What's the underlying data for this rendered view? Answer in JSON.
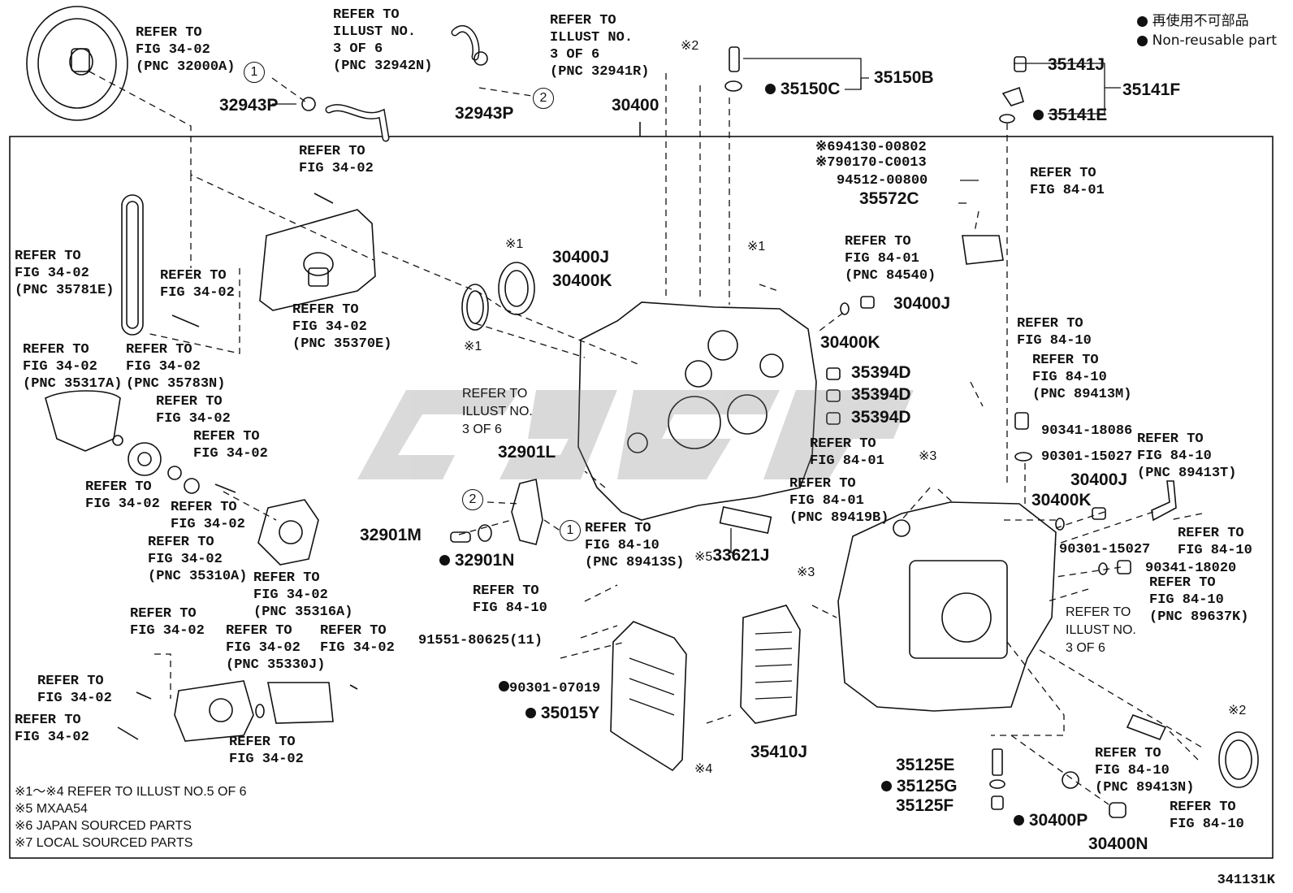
{
  "legend": {
    "japanese": "再使用不可部品",
    "english": "Non-reusable part"
  },
  "figure_number": "341131K",
  "notes": [
    "※1～※4 REFER TO ILLUST NO.5 OF 6",
    "※5 MXAA54",
    "※6 JAPAN SOURCED PARTS",
    "※7 LOCAL SOURCED PARTS"
  ],
  "circled_markers": [
    "1",
    "2"
  ],
  "references": {
    "r32000a": "REFER TO\nFIG 34-02\n(PNC 32000A)",
    "r32942n": "REFER TO\nILLUST NO.\n3 OF 6\n(PNC 32942N)",
    "r32941r": "REFER TO\nILLUST NO.\n3 OF 6\n(PNC 32941R)",
    "r34_02_top": "REFER TO\nFIG 34-02",
    "r35781e": "REFER TO\nFIG 34-02\n(PNC 35781E)",
    "r34_02_mid": "REFER TO\nFIG 34-02",
    "r35370e": "REFER TO\nFIG 34-02\n(PNC 35370E)",
    "r35317a": "REFER TO\nFIG 34-02\n(PNC 35317A)",
    "r35783n": "REFER TO\nFIG 34-02\n(PNC 35783N)",
    "r34_02_a": "REFER TO\nFIG 34-02",
    "r34_02_b": "REFER TO\nFIG 34-02",
    "r34_02_c": "REFER TO\nFIG 34-02",
    "r34_02_d": "REFER TO\nFIG 34-02",
    "r35310a": "REFER TO\nFIG 34-02\n(PNC 35310A)",
    "r35316a": "REFER TO\nFIG 34-02\n(PNC 35316A)",
    "r34_02_e": "REFER TO\nFIG 34-02",
    "r35330j": "REFER TO\nFIG 34-02\n(PNC 35330J)",
    "r34_02_f": "REFER TO\nFIG 34-02",
    "r34_02_g": "REFER TO\nFIG 34-02",
    "r34_02_h": "REFER TO\nFIG 34-02",
    "r34_02_i": "REFER TO\nFIG 34-02",
    "r_illust3": "REFER TO\nILLUST NO.\n3 OF 6",
    "r89413s": "REFER TO\nFIG 84-10\n(PNC 89413S)",
    "r84_10_a": "REFER TO\nFIG 84-10",
    "r84_01_top": "REFER TO\nFIG 84-01",
    "r84540": "REFER TO\nFIG 84-01\n(PNC 84540)",
    "r84_10_b": "REFER TO\nFIG 84-10",
    "r89413m": "REFER TO\nFIG 84-10\n(PNC 89413M)",
    "r84_01_mid": "REFER TO\nFIG 84-01",
    "r89419b": "REFER TO\nFIG 84-01\n(PNC 89419B)",
    "r89413t": "REFER TO\nFIG 84-10\n(PNC 89413T)",
    "r84_10_c": "REFER TO\nFIG 84-10",
    "r89637k": "REFER TO\nFIG 84-10\n(PNC 89637K)",
    "r_illust3_b": "REFER TO\nILLUST NO.\n3 OF 6",
    "r89413n": "REFER TO\nFIG 84-10\n(PNC 89413N)",
    "r84_10_d": "REFER TO\nFIG 84-10"
  },
  "parts": {
    "p32943p_a": "32943P",
    "p32943p_b": "32943P",
    "p30400": "30400",
    "p35150b": "35150B",
    "p35150c": "35150C",
    "p35141j": "35141J",
    "p35141f": "35141F",
    "p35141e": "35141E",
    "p94130": "94130-00802",
    "p90170": "90170-C0013",
    "p94512": "94512-00800",
    "p35572c": "35572C",
    "p30400j_a": "30400J",
    "p30400k_a": "30400K",
    "p30400j_b": "30400J",
    "p30400k_b": "30400K",
    "p35394d_a": "35394D",
    "p35394d_b": "35394D",
    "p35394d_c": "35394D",
    "p32901l": "32901L",
    "p32901m": "32901M",
    "p32901n": "32901N",
    "p33621j": "33621J",
    "p90341_18086": "90341-18086",
    "p90301_15027_a": "90301-15027",
    "p30400j_c": "30400J",
    "p30400k_c": "30400K",
    "p90301_15027_b": "90301-15027",
    "p90341_18020": "90341-18020",
    "p91551": "91551-80625(11)",
    "p90301_07019": "90301-07019",
    "p35015y": "35015Y",
    "p35410j": "35410J",
    "p35125e": "35125E",
    "p35125g": "35125G",
    "p35125f": "35125F",
    "p30400p": "30400P",
    "p30400n": "30400N"
  },
  "marks": {
    "m1_a": "※1",
    "m1_b": "※1",
    "m1_c": "※1",
    "m2_a": "※2",
    "m2_b": "※2",
    "m3_a": "※3",
    "m3_b": "※3",
    "m4": "※4",
    "m5": "※5",
    "m6": "※6",
    "m7": "※7"
  }
}
